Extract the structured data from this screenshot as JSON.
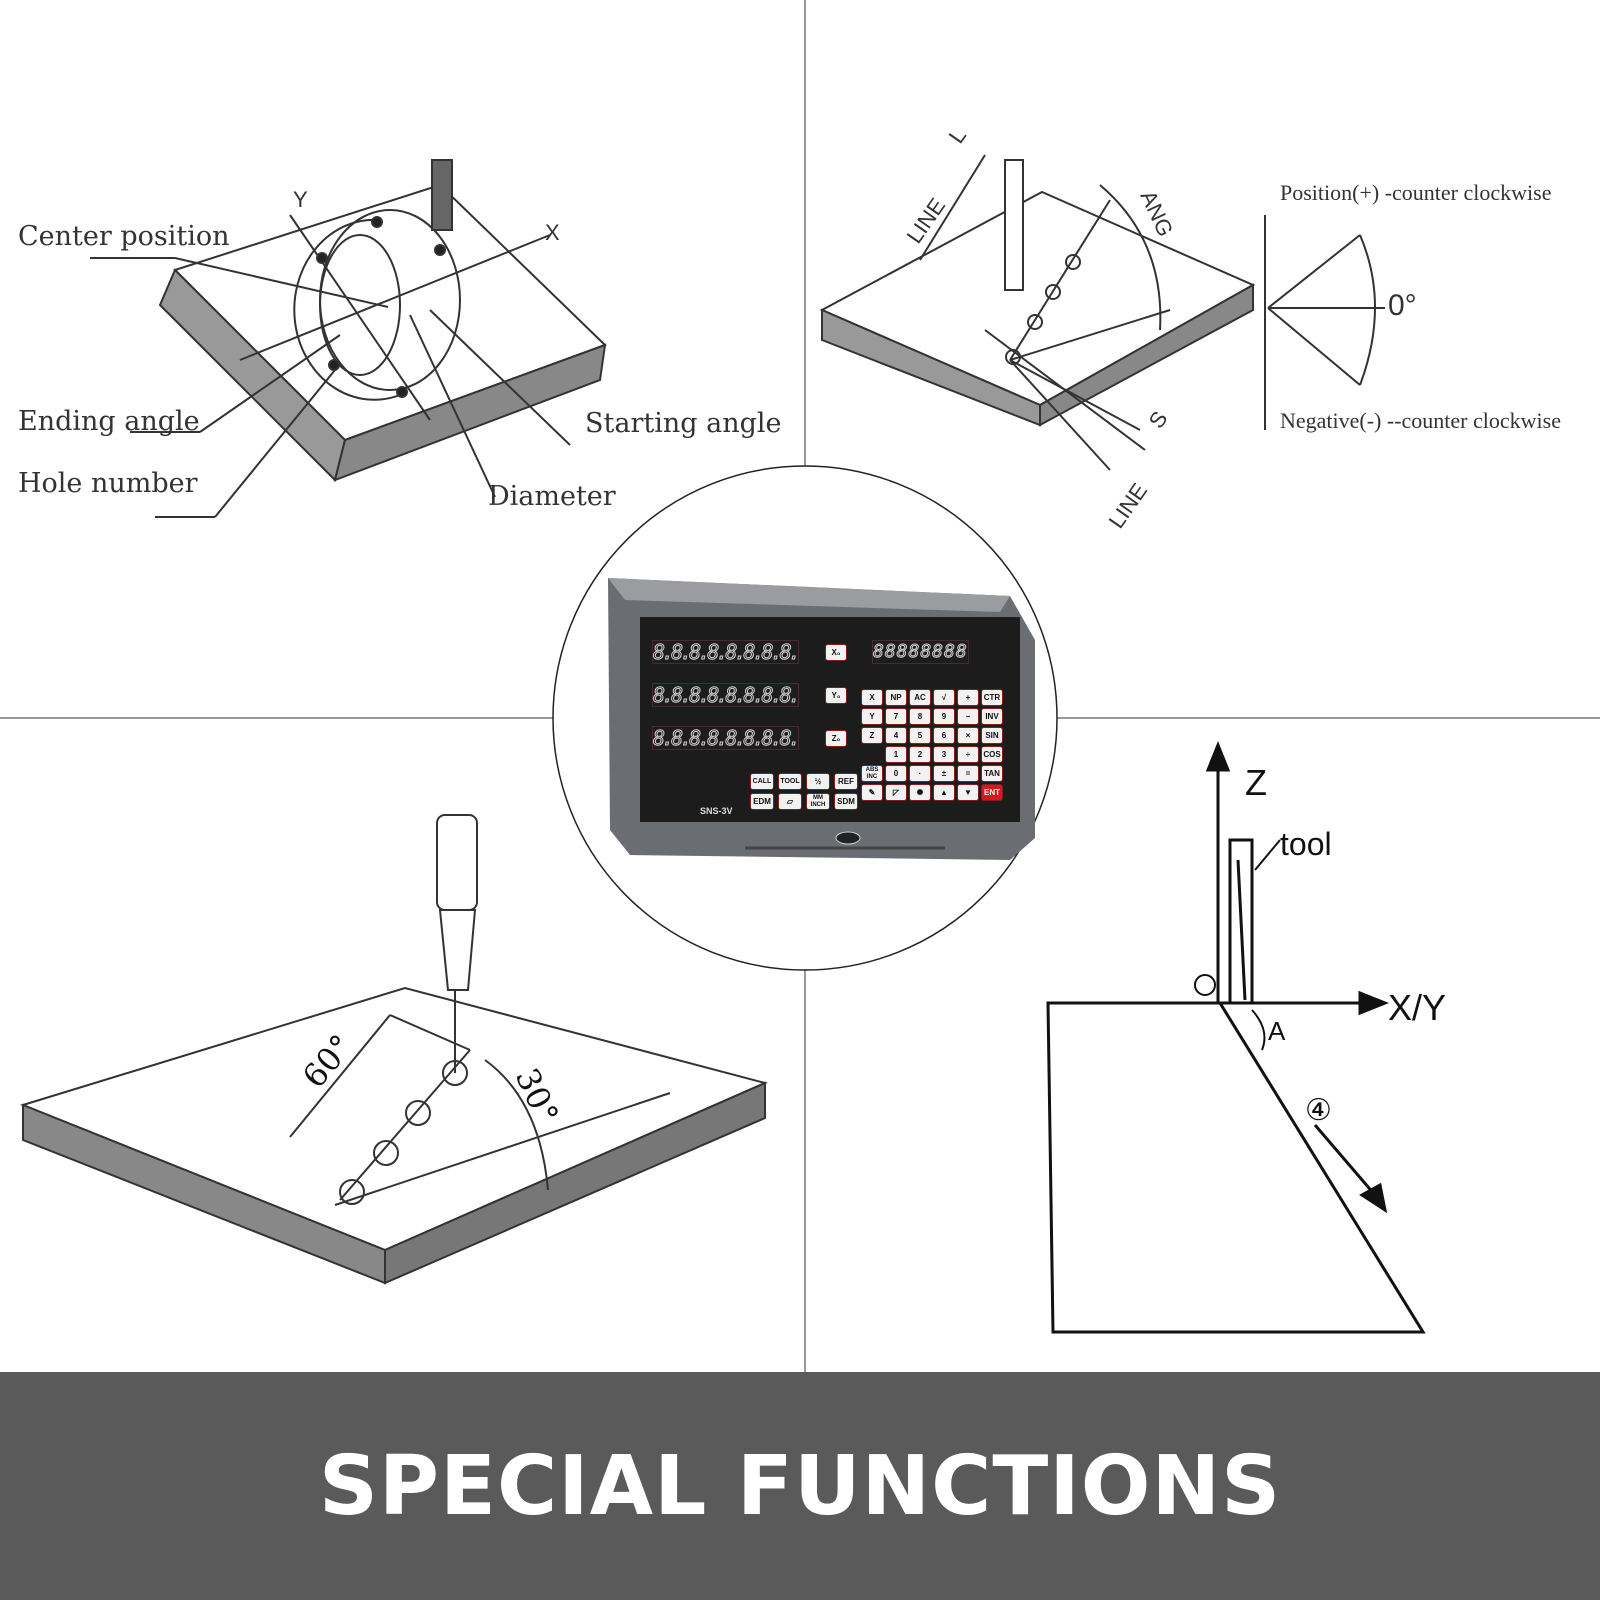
{
  "banner": {
    "title": "SPECIAL FUNCTIONS",
    "background": "#5a5a5a"
  },
  "top_left": {
    "center_position": "Center position",
    "ending_angle": "Ending angle",
    "hole_number": "Hole number",
    "starting_angle": "Starting angle",
    "diameter": "Diameter",
    "axis_x": "X",
    "axis_y": "Y"
  },
  "top_right": {
    "line_l": "LINE",
    "l": "L",
    "ang": "ANG",
    "s": "S",
    "line_s": "LINE",
    "positive": "Position(+) -counter clockwise",
    "negative": "Negative(-) --counter clockwise",
    "zero": "0°"
  },
  "bottom_left": {
    "angle_60": "60°",
    "angle_30": "30°"
  },
  "bottom_right": {
    "z": "Z",
    "tool": "tool",
    "xy": "X/Y",
    "a": "A",
    "step": "④"
  },
  "dro": {
    "model": "SNS-3V",
    "readout": "8.8.8.8.8.8.8.8.",
    "msg": "88888888",
    "axis_keys": [
      "X₀",
      "Y₀",
      "Z₀"
    ],
    "keypad": [
      [
        "X",
        "NP",
        "AC",
        "√",
        "+",
        "CTR"
      ],
      [
        "Y",
        "7",
        "8",
        "9",
        "−",
        "INV"
      ],
      [
        "Z",
        "4",
        "5",
        "6",
        "×",
        "SIN"
      ],
      [
        "",
        "1",
        "2",
        "3",
        "÷",
        "COS"
      ],
      [
        "ABS INC",
        "0",
        "·",
        "±",
        "=",
        "TAN"
      ],
      [
        "✎",
        "◸",
        "✺",
        "▲",
        "▼",
        "ENT"
      ]
    ],
    "func_keys": [
      [
        "CALL",
        "TOOL",
        "½",
        "REF"
      ],
      [
        "EDM",
        "▱",
        "MM INCH",
        "SDM"
      ]
    ],
    "accent": "#d6191c"
  }
}
